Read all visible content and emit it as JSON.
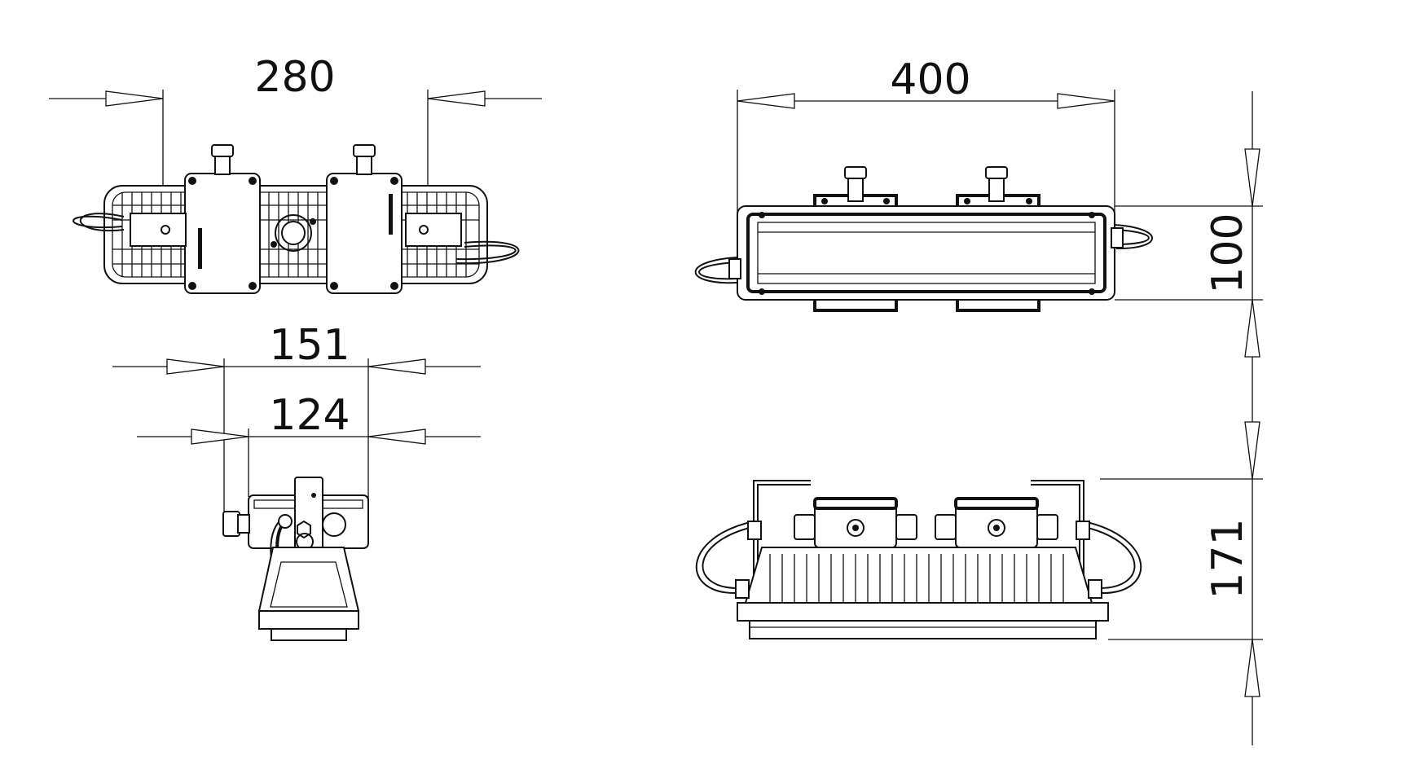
{
  "dimensions": {
    "top_left_width": "280",
    "top_right_width": "400",
    "right_height_upper": "100",
    "right_height_lower": "171",
    "side_outer_width": "151",
    "side_inner_width": "124"
  },
  "colors": {
    "line": "#111111",
    "background": "#ffffff"
  }
}
